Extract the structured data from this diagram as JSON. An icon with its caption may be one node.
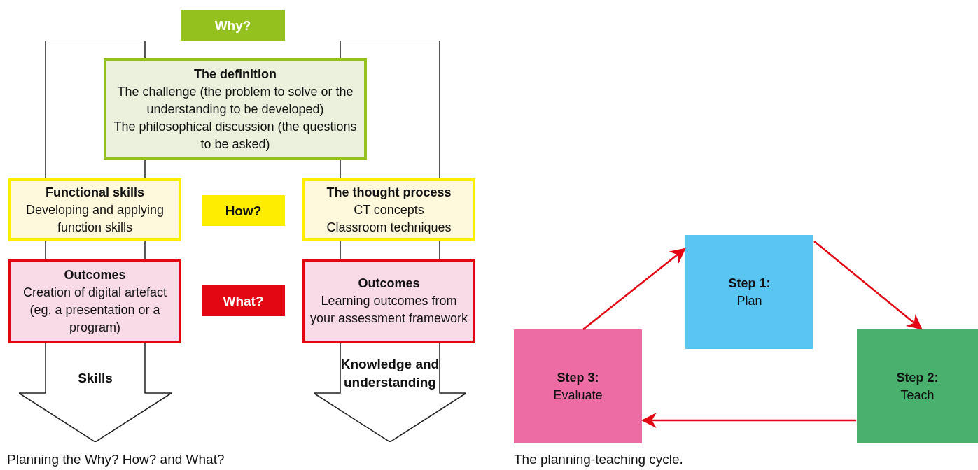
{
  "diagram": {
    "nodes": [
      {
        "text": [
          "Why?"
        ]
      },
      {
        "text": [
          "The definition",
          "The challenge (the problem to solve or the understanding to be developed)",
          "The philosophical discussion (the questions to be asked)"
        ]
      },
      {
        "text": [
          "Functional skills",
          "Developing and applying function skills"
        ]
      },
      {
        "text": [
          "How?"
        ]
      },
      {
        "text": [
          "The thought process",
          "CT concepts",
          "Classroom techniques"
        ]
      },
      {
        "text": [
          "Outcomes",
          "Creation of digital artefact (eg. a presentation or a program)"
        ]
      },
      {
        "text": [
          "What?"
        ]
      },
      {
        "text": [
          "Outcomes",
          "Learning outcomes from your assessment framework"
        ]
      },
      {
        "text": [
          "Skills"
        ]
      },
      {
        "text": [
          "Knowledge and understanding"
        ]
      },
      {
        "text": [
          "Step 1:",
          "Plan"
        ]
      },
      {
        "text": [
          "Step 2:",
          "Teach"
        ]
      },
      {
        "text": [
          "Step 3:",
          "Evaluate"
        ]
      }
    ],
    "edges": [
      {
        "from": 12,
        "to": 10,
        "arrow": "to"
      },
      {
        "from": 10,
        "to": 11,
        "arrow": "to"
      },
      {
        "from": 11,
        "to": 12,
        "arrow": "to"
      }
    ],
    "labels": [
      "Planning the Why? How? and What?",
      "The planning-teaching cycle."
    ]
  }
}
